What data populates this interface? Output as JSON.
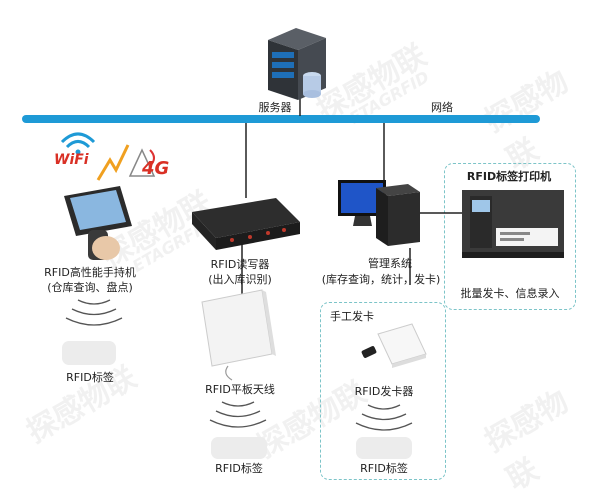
{
  "network": {
    "server_label": "服务器",
    "network_label": "网络"
  },
  "handheld": {
    "label_line1": "RFID高性能手持机",
    "label_line2": "(仓库查询、盘点)",
    "tag_label": "RFID标签"
  },
  "reader": {
    "label_line1": "RFID读写器",
    "label_line2": "(出入库识别)"
  },
  "antenna": {
    "label": "RFID平板天线",
    "tag_label": "RFID标签"
  },
  "management": {
    "label_line1": "管理系统",
    "label_line2": "(库存查询，统计，发卡)"
  },
  "printer": {
    "title": "RFID标签打印机",
    "caption": "批量发卡、信息录入"
  },
  "card_issuer": {
    "header": "手工发卡",
    "label": "RFID发卡器",
    "tag_label": "RFID标签"
  },
  "wireless_badge": {
    "wifi_text": "WiFi",
    "cell_text": "4G"
  },
  "watermark": {
    "cn": "探感物联",
    "en": "ETAGRFID"
  },
  "colors": {
    "network_bus": "#1e9ad6",
    "dashed_border": "#7cc4c8",
    "tag_fill": "#ececec",
    "antenna_panel": "#f3f3f3",
    "device_dark": "#2b2b2b"
  }
}
